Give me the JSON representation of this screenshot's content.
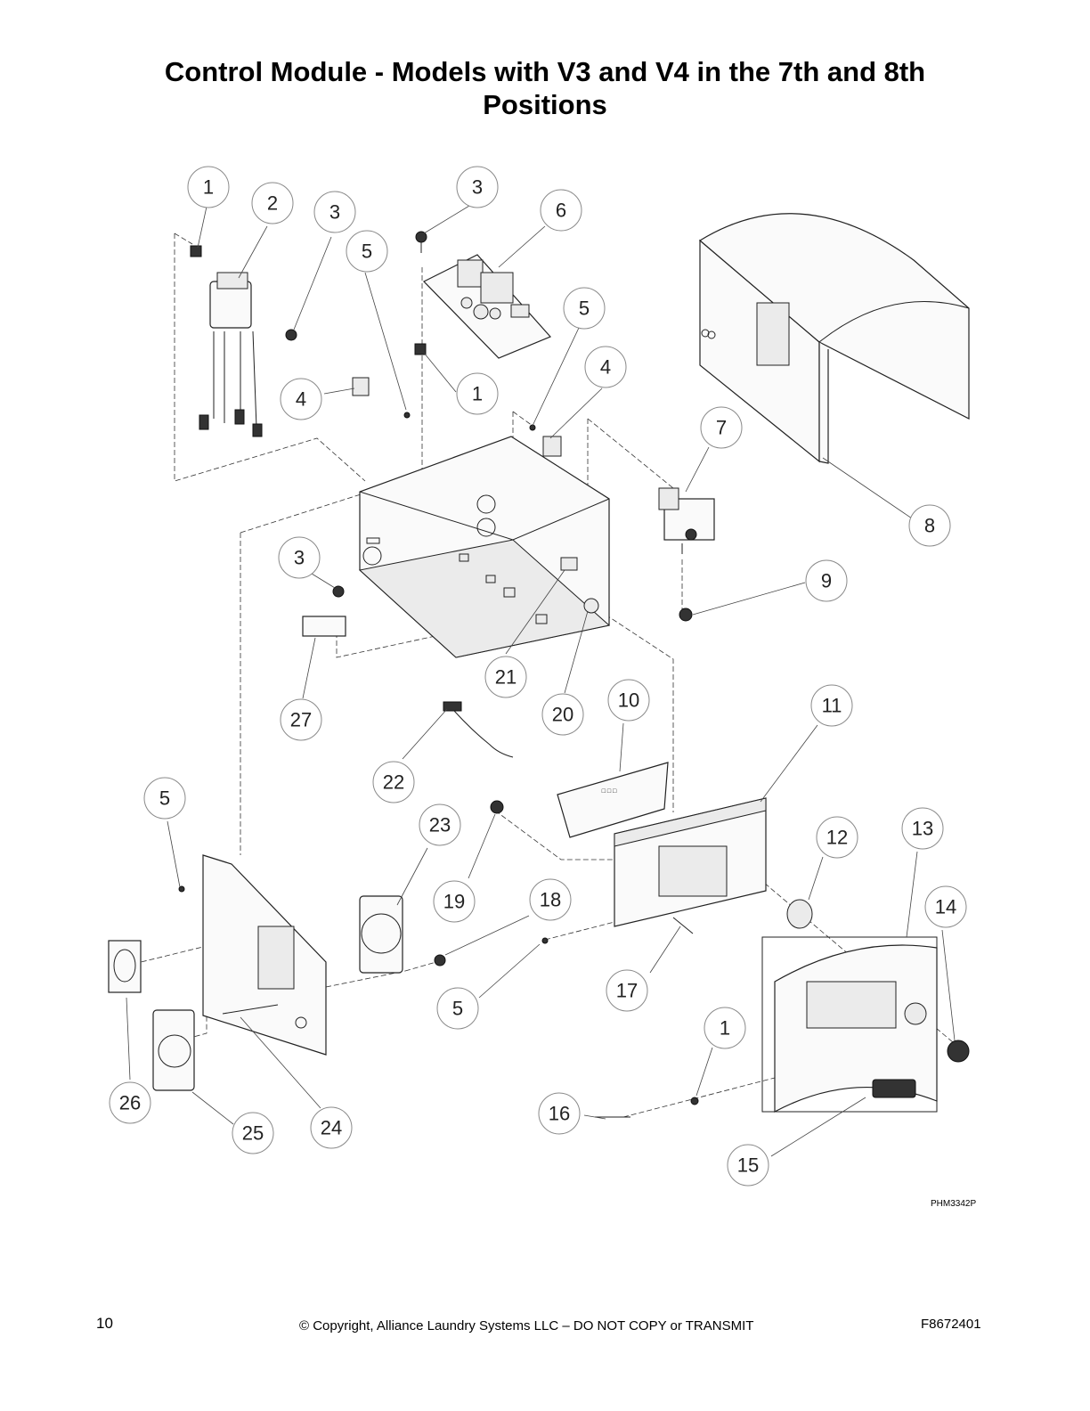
{
  "page": {
    "title": "Control Module - Models with V3 and V4 in the 7th and 8th Positions",
    "figure_code": "PHM3342P",
    "page_number": "10",
    "copyright": "© Copyright, Alliance Laundry Systems LLC – DO NOT COPY or TRANSMIT",
    "doc_number": "F8672401"
  },
  "callouts": [
    "1",
    "2",
    "3",
    "3",
    "5",
    "6",
    "5",
    "4",
    "1",
    "4",
    "7",
    "8",
    "9",
    "3",
    "21",
    "20",
    "10",
    "11",
    "27",
    "22",
    "5",
    "23",
    "19",
    "18",
    "12",
    "13",
    "14",
    "17",
    "5",
    "1",
    "26",
    "25",
    "24",
    "16",
    "15"
  ]
}
